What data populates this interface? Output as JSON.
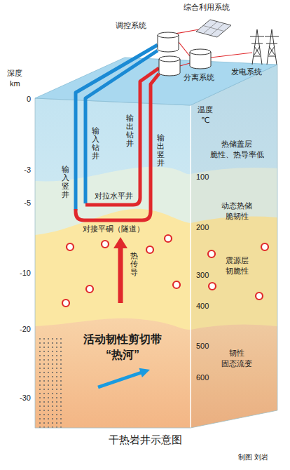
{
  "diagram": {
    "caption": "干热岩井示意图",
    "nodes": [
      {
        "text": [
          "热储盖层",
          "脆性、热导率低"
        ]
      },
      {
        "text": [
          "动态热储",
          "脆韧性"
        ]
      },
      {
        "text": [
          "震源层",
          "韧脆性"
        ]
      },
      {
        "text": [
          "韧性",
          "固态流变"
        ]
      }
    ],
    "labels": [
      "调控系统",
      "综合利用系统",
      "发电系统",
      "分离系统",
      "深度",
      "km",
      "0",
      "-3",
      "-5",
      "-10",
      "-20",
      "-30",
      "温度",
      "℃",
      "100",
      "200",
      "300",
      "400",
      "500",
      "600",
      "输入竖井",
      "输入钻井",
      "输出钻井",
      "输出竖井",
      "对拉水平井",
      "对接平硐（隧道）",
      "热传导",
      "活动韧性剪切带",
      "“热河”",
      "制图 刘岩"
    ]
  }
}
